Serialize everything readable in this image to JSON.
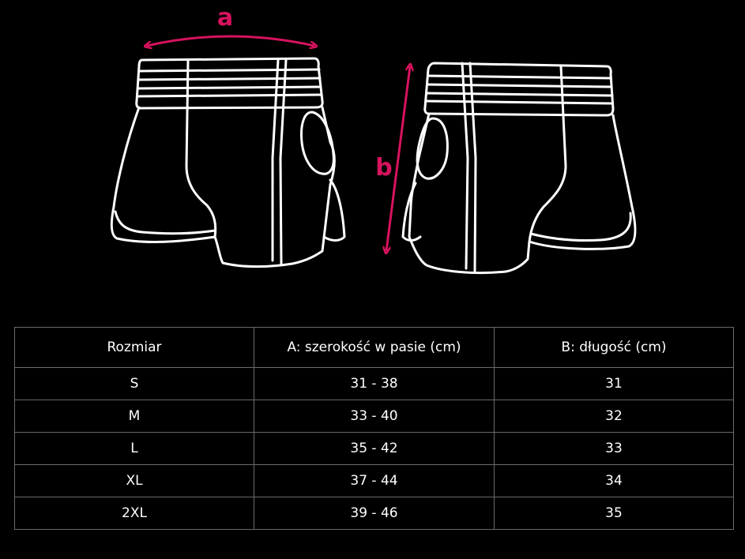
{
  "colors": {
    "background": "#000000",
    "outline": "#ffffff",
    "accent": "#d7135e",
    "grid": "#6b6b6b"
  },
  "diagram": {
    "label_a": "a",
    "label_b": "b"
  },
  "table": {
    "headers": [
      "Rozmiar",
      "A: szerokość w pasie (cm)",
      "B: długość (cm)"
    ],
    "rows": [
      [
        "S",
        "31 - 38",
        "31"
      ],
      [
        "M",
        "33 - 40",
        "32"
      ],
      [
        "L",
        "35 - 42",
        "33"
      ],
      [
        "XL",
        "37 - 44",
        "34"
      ],
      [
        "2XL",
        "39 - 46",
        "35"
      ]
    ]
  }
}
